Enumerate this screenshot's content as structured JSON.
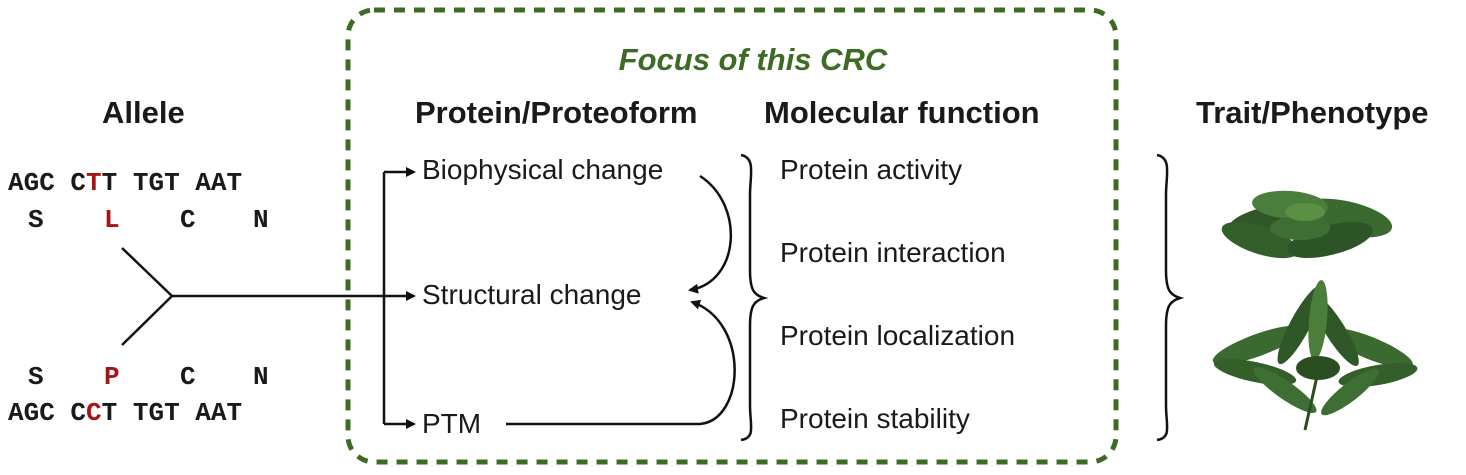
{
  "focus_box": {
    "title": "Focus of this CRC",
    "border_color": "#3d6b24"
  },
  "headings": {
    "allele": "Allele",
    "protein": "Protein/Proteoform",
    "function": "Molecular function",
    "trait": "Trait/Phenotype"
  },
  "allele": {
    "top": {
      "dna": [
        {
          "pre": "AGC",
          "mid": "",
          "post": ""
        },
        {
          "pre": "C",
          "mid": "T",
          "post": "T"
        },
        {
          "pre": "TGT",
          "mid": "",
          "post": ""
        },
        {
          "pre": "AAT",
          "mid": "",
          "post": ""
        }
      ],
      "aa": [
        "S",
        "L",
        "C",
        "N"
      ]
    },
    "bottom": {
      "aa": [
        "S",
        "P",
        "C",
        "N"
      ],
      "dna": [
        {
          "pre": "AGC",
          "mid": "",
          "post": ""
        },
        {
          "pre": "C",
          "mid": "C",
          "post": "T"
        },
        {
          "pre": "TGT",
          "mid": "",
          "post": ""
        },
        {
          "pre": "AAT",
          "mid": "",
          "post": ""
        }
      ]
    },
    "mutation_color": "#a51515"
  },
  "proteoform_items": [
    "Biophysical change",
    "Structural change",
    "PTM"
  ],
  "molecular_functions": [
    "Protein activity",
    "Protein interaction",
    "Protein localization",
    "Protein stability"
  ],
  "plant_color": "#3f6e34"
}
